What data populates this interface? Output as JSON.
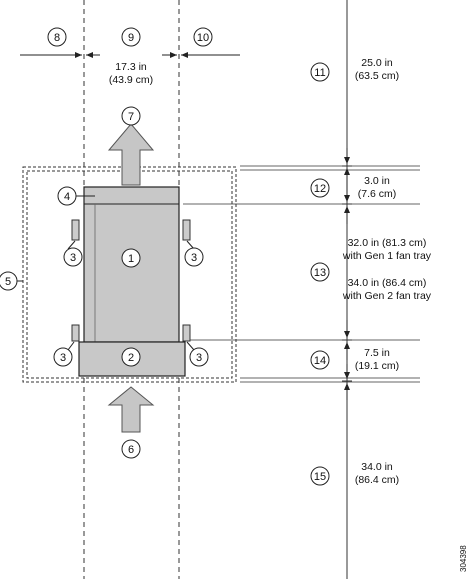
{
  "callouts": {
    "c1": "1",
    "c2": "2",
    "c3": "3",
    "c4": "4",
    "c5": "5",
    "c6": "6",
    "c7": "7",
    "c8": "8",
    "c9": "9",
    "c10": "10",
    "c11": "11",
    "c12": "12",
    "c13": "13",
    "c14": "14",
    "c15": "15"
  },
  "dimensions": {
    "width_in": "17.3 in",
    "width_cm": "(43.9 cm)",
    "front_clear_in": "25.0 in",
    "front_clear_cm": "(63.5 cm)",
    "rack_in": "3.0 in",
    "rack_cm": "(7.6 cm)",
    "depth_gen1_line1": "32.0 in (81.3 cm)",
    "depth_gen1_line2": "with Gen 1 fan tray",
    "depth_gen2_line1": "34.0 in (86.4 cm)",
    "depth_gen2_line2": "with Gen 2 fan tray",
    "fan_in": "7.5 in",
    "fan_cm": "(19.1 cm)",
    "rear_clear_in": "34.0 in",
    "rear_clear_cm": "(86.4 cm)"
  },
  "figure_id": "304398",
  "colors": {
    "chassis": "#c8c8c8",
    "arrow": "#c6c6c6",
    "line": "#222222"
  }
}
